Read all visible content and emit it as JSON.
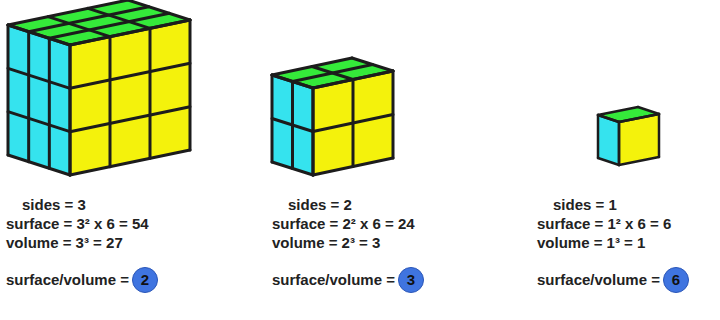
{
  "diagram": {
    "nodes": [
      {
        "text": [
          "2"
        ]
      },
      {
        "text": [
          "3"
        ]
      },
      {
        "text": [
          "6"
        ]
      }
    ],
    "labels": [
      "sides = 3",
      "surface = 3² x 6 = 54",
      "volume = 3³ = 27",
      "surface/volume =",
      "sides = 2",
      "surface = 2² x 6 = 24",
      "volume = 2³ = 3",
      "surface/volume =",
      "sides = 1",
      "surface = 1² x 6 = 6",
      "volume = 1³ = 1",
      "surface/volume ="
    ]
  }
}
